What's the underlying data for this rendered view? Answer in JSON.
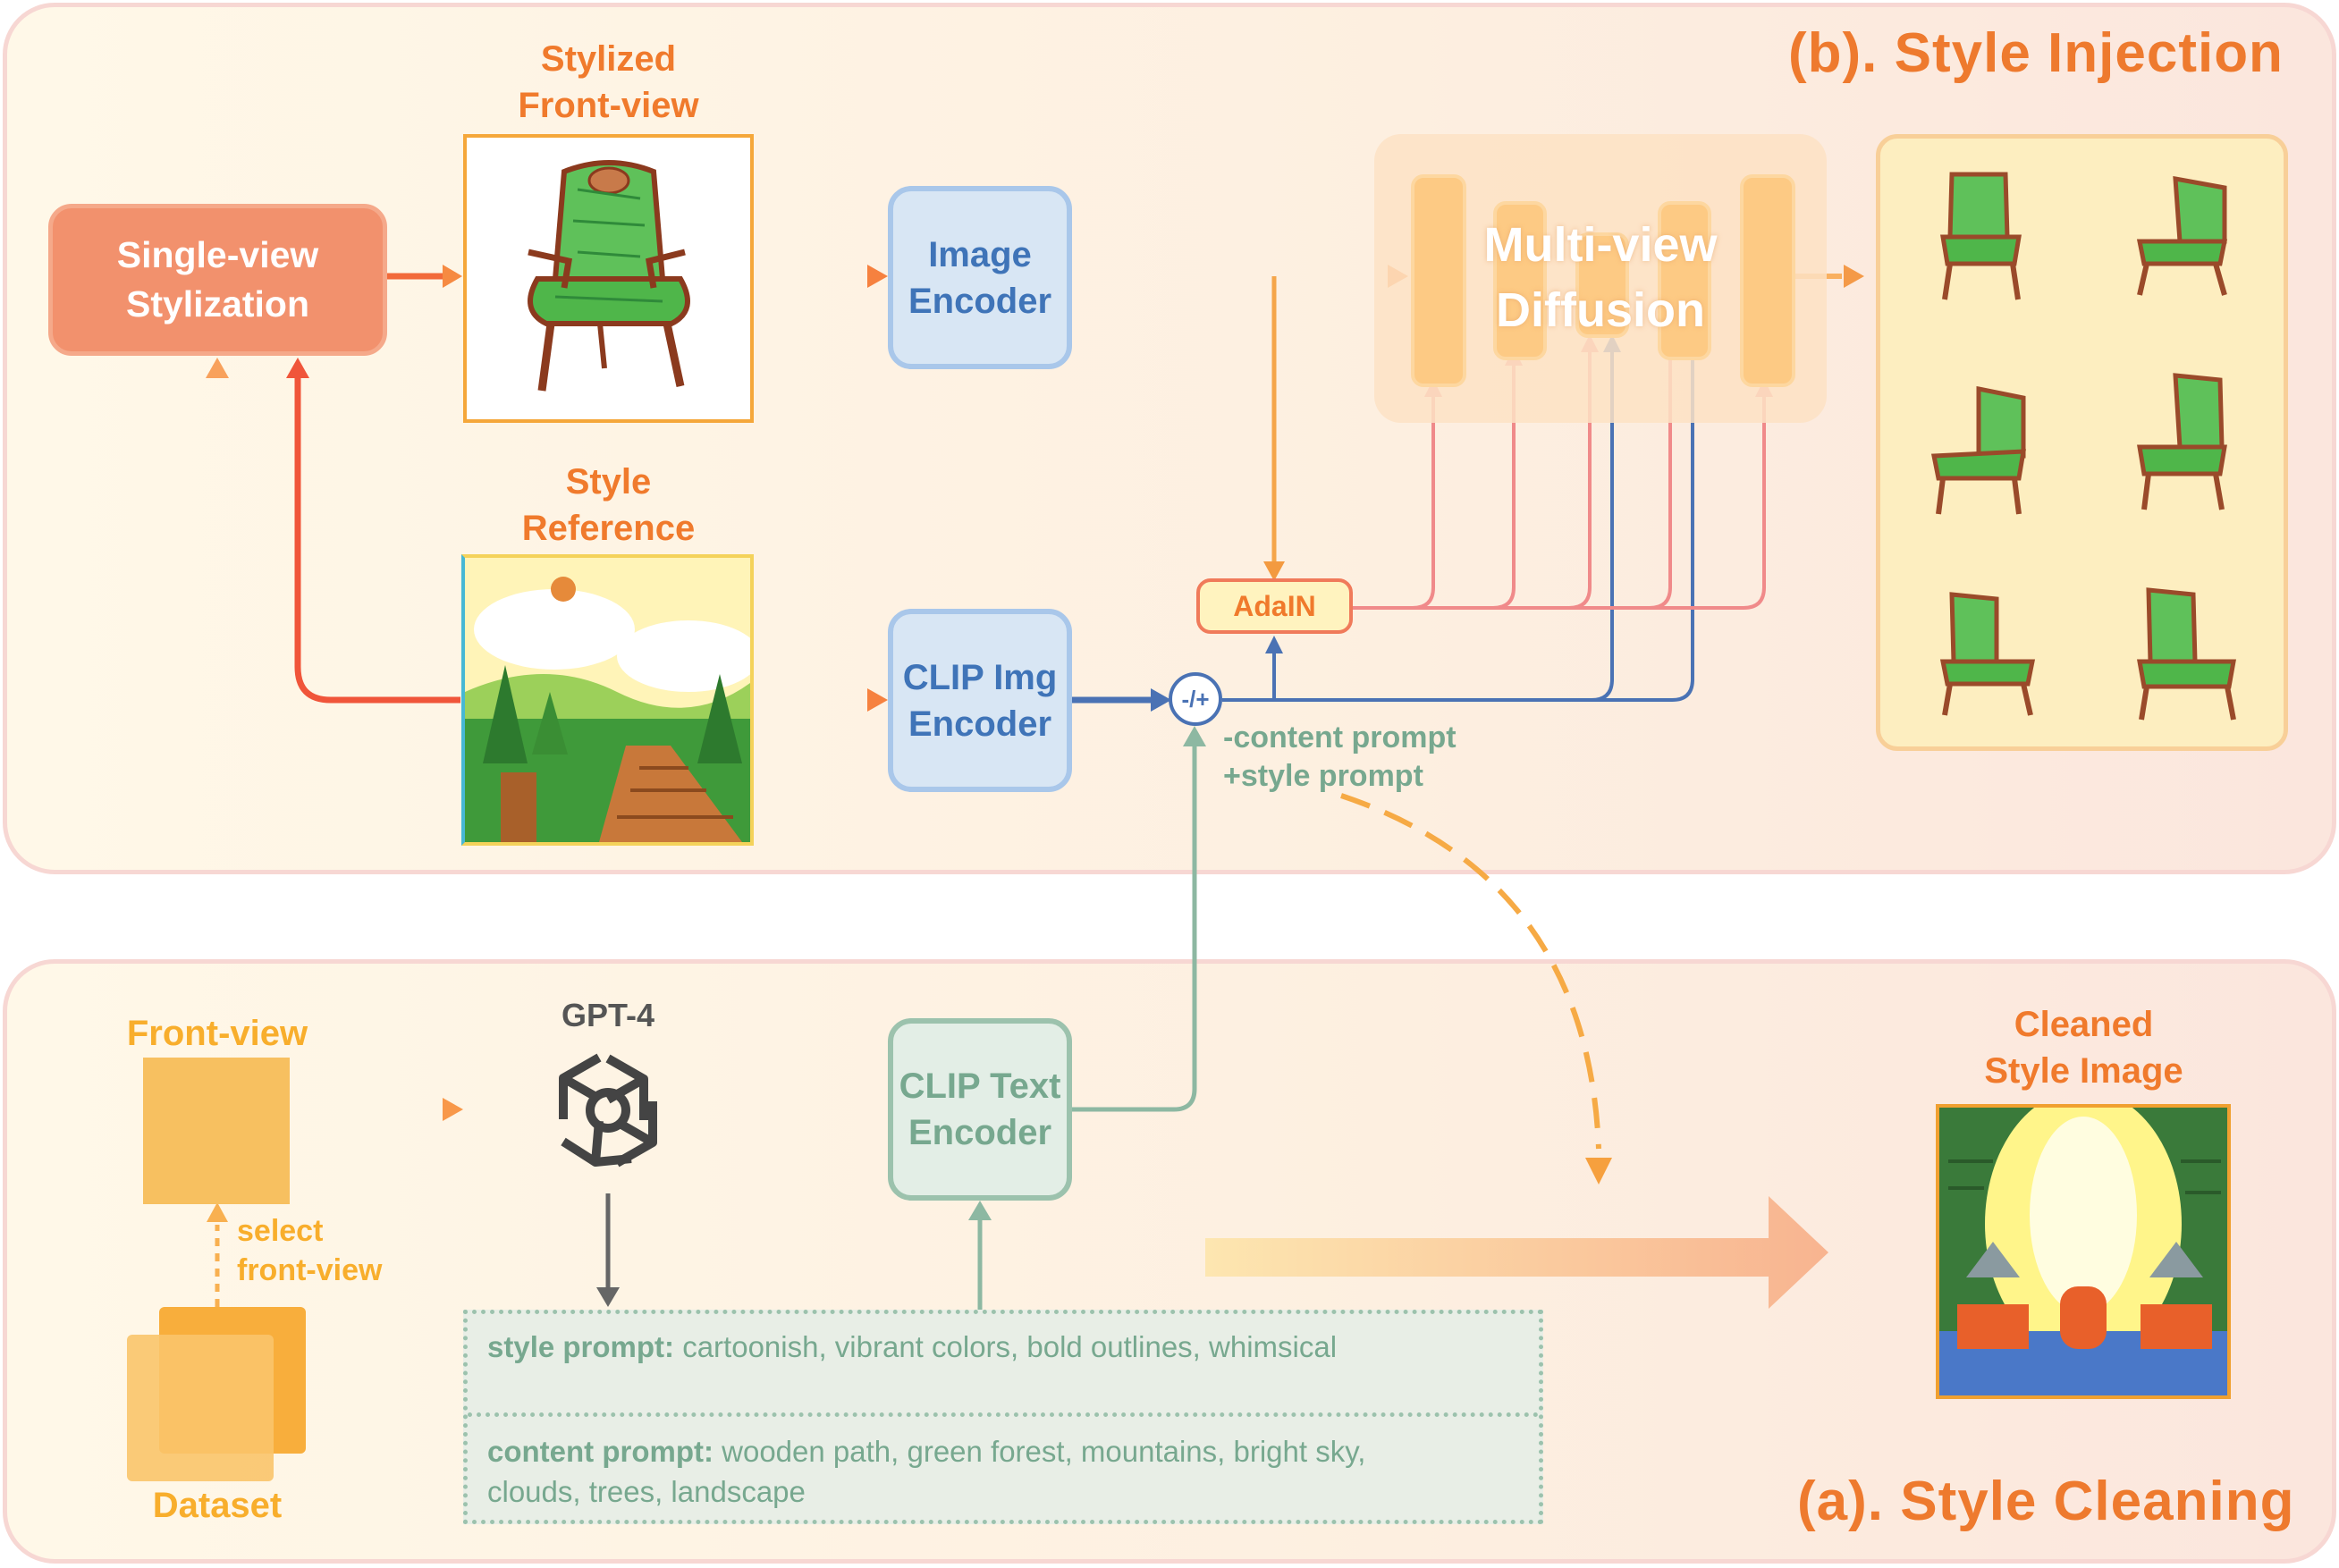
{
  "panels": {
    "style_injection_title": "(b). Style Injection",
    "style_cleaning_title": "(a). Style Cleaning"
  },
  "injection": {
    "single_view_stylization": [
      "Single-view",
      "Stylization"
    ],
    "stylized_front_view": [
      "Stylized",
      "Front-view"
    ],
    "style_reference": [
      "Style",
      "Reference"
    ],
    "image_encoder": [
      "Image",
      "Encoder"
    ],
    "clip_img_encoder": [
      "CLIP Img",
      "Encoder"
    ],
    "multi_view_diffusion": [
      "Multi-view",
      "Diffusion"
    ],
    "adain": "AdaIN",
    "combine_op": "-/+",
    "content_prompt_op": "-content prompt",
    "style_prompt_op": "+style prompt"
  },
  "cleaning": {
    "front_view": "Front-view",
    "select_front_view": [
      "select",
      "front-view"
    ],
    "dataset": "Dataset",
    "gpt4": "GPT-4",
    "clip_text_encoder": [
      "CLIP Text",
      "Encoder"
    ],
    "style_prompt_key": "style prompt:",
    "style_prompt_value": "cartoonish, vibrant colors, bold outlines, whimsical",
    "content_prompt_key": "content prompt:",
    "content_prompt_value_line1": "wooden path, green forest, mountains, bright sky,",
    "content_prompt_value_line2": "clouds, trees, landscape",
    "cleaned_style_image": [
      "Cleaned",
      "Style Image"
    ]
  },
  "colors": {
    "orange_accent": "#f07a2c",
    "red_arrow": "#f0553a",
    "blue_arrow": "#4a72b4",
    "green_arrow": "#8db8a2",
    "pink_arrow": "#f08a8a",
    "yellow_arrow": "#f7c15a"
  }
}
